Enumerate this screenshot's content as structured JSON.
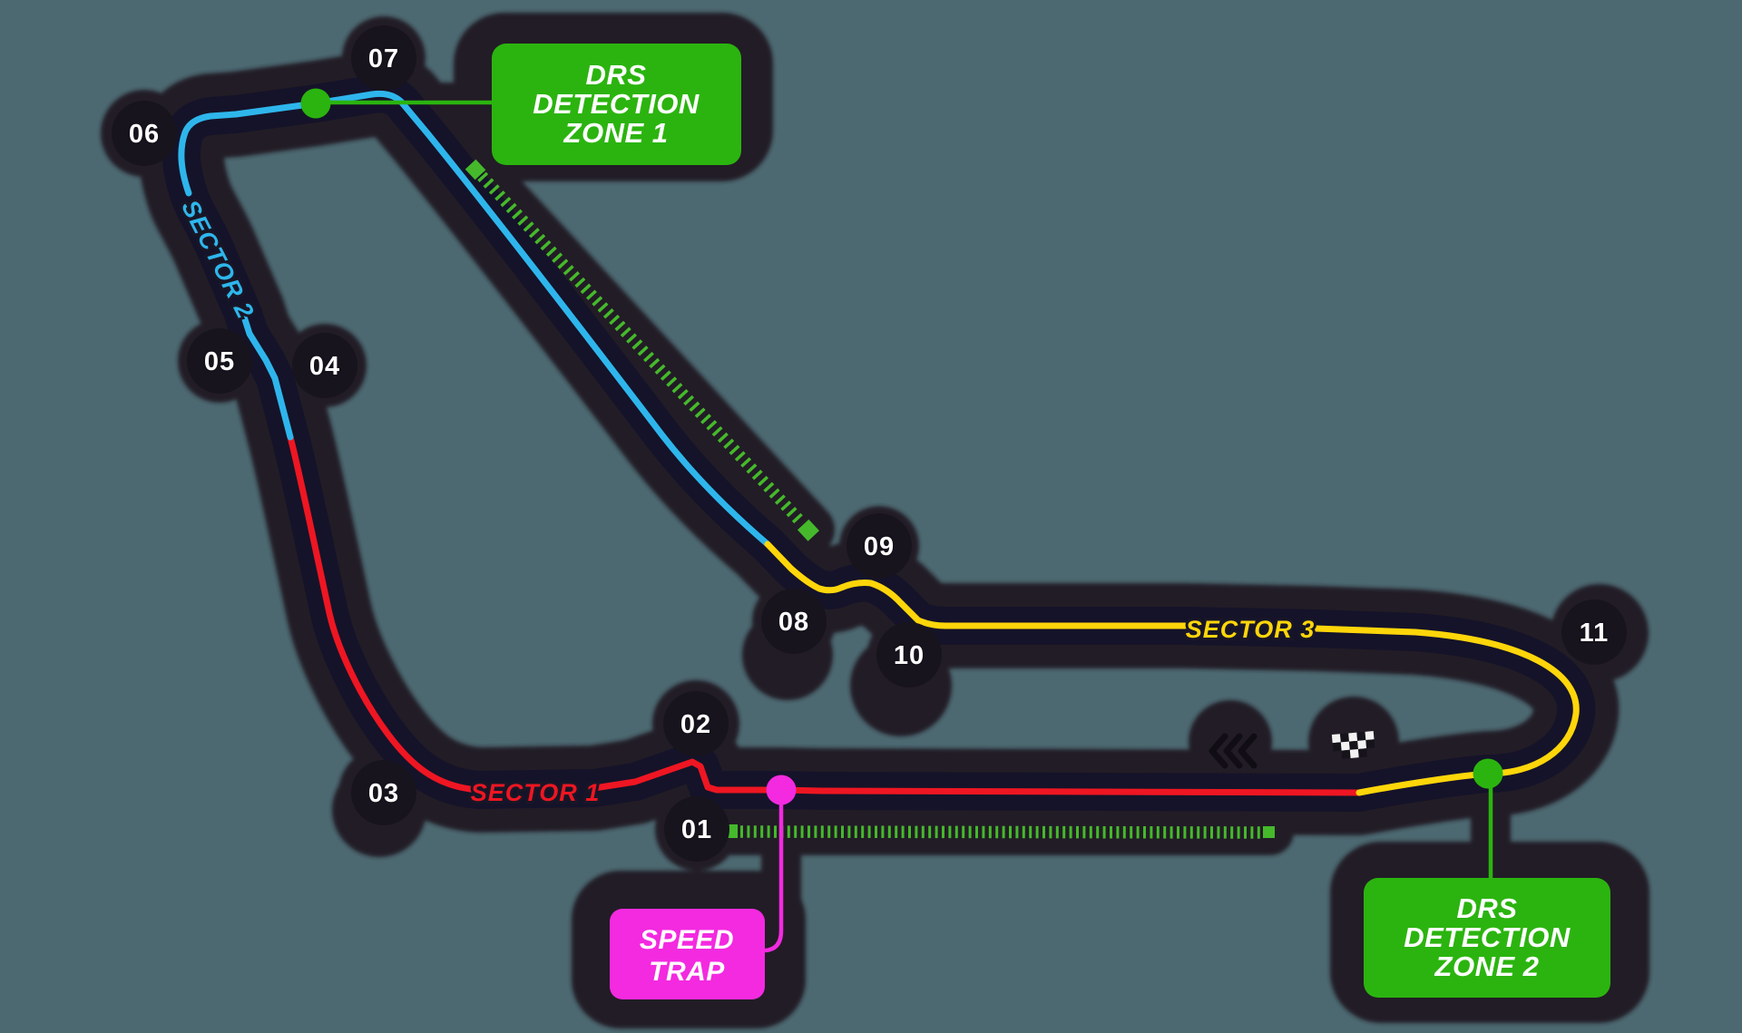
{
  "background_color": "#4C6870",
  "track": {
    "shadow_color": "#231F28",
    "inner_circle_color": "#17141D",
    "road_color": "#151329",
    "sector1_color": "#EE1622",
    "sector2_color": "#2EB6EC",
    "sector3_color": "#FFD60A",
    "drs_green": "#2BB40F",
    "dash_green": "#45B92B",
    "speed_trap_magenta": "#F32AE0",
    "flag_white": "#F2F2F2",
    "flag_dark": "#16131B"
  },
  "labels": {
    "sector1": "SECTOR 1",
    "sector2": "SECTOR 2",
    "sector3": "SECTOR 3",
    "drs_detection_zone_1": [
      "DRS",
      "DETECTION",
      "ZONE 1"
    ],
    "drs_detection_zone_2": [
      "DRS",
      "DETECTION",
      "ZONE 2"
    ],
    "speed_trap": [
      "SPEED",
      "TRAP"
    ]
  },
  "turns": [
    {
      "label": "01"
    },
    {
      "label": "02"
    },
    {
      "label": "03"
    },
    {
      "label": "04"
    },
    {
      "label": "05"
    },
    {
      "label": "06"
    },
    {
      "label": "07"
    },
    {
      "label": "08"
    },
    {
      "label": "09"
    },
    {
      "label": "10"
    },
    {
      "label": "11"
    }
  ]
}
